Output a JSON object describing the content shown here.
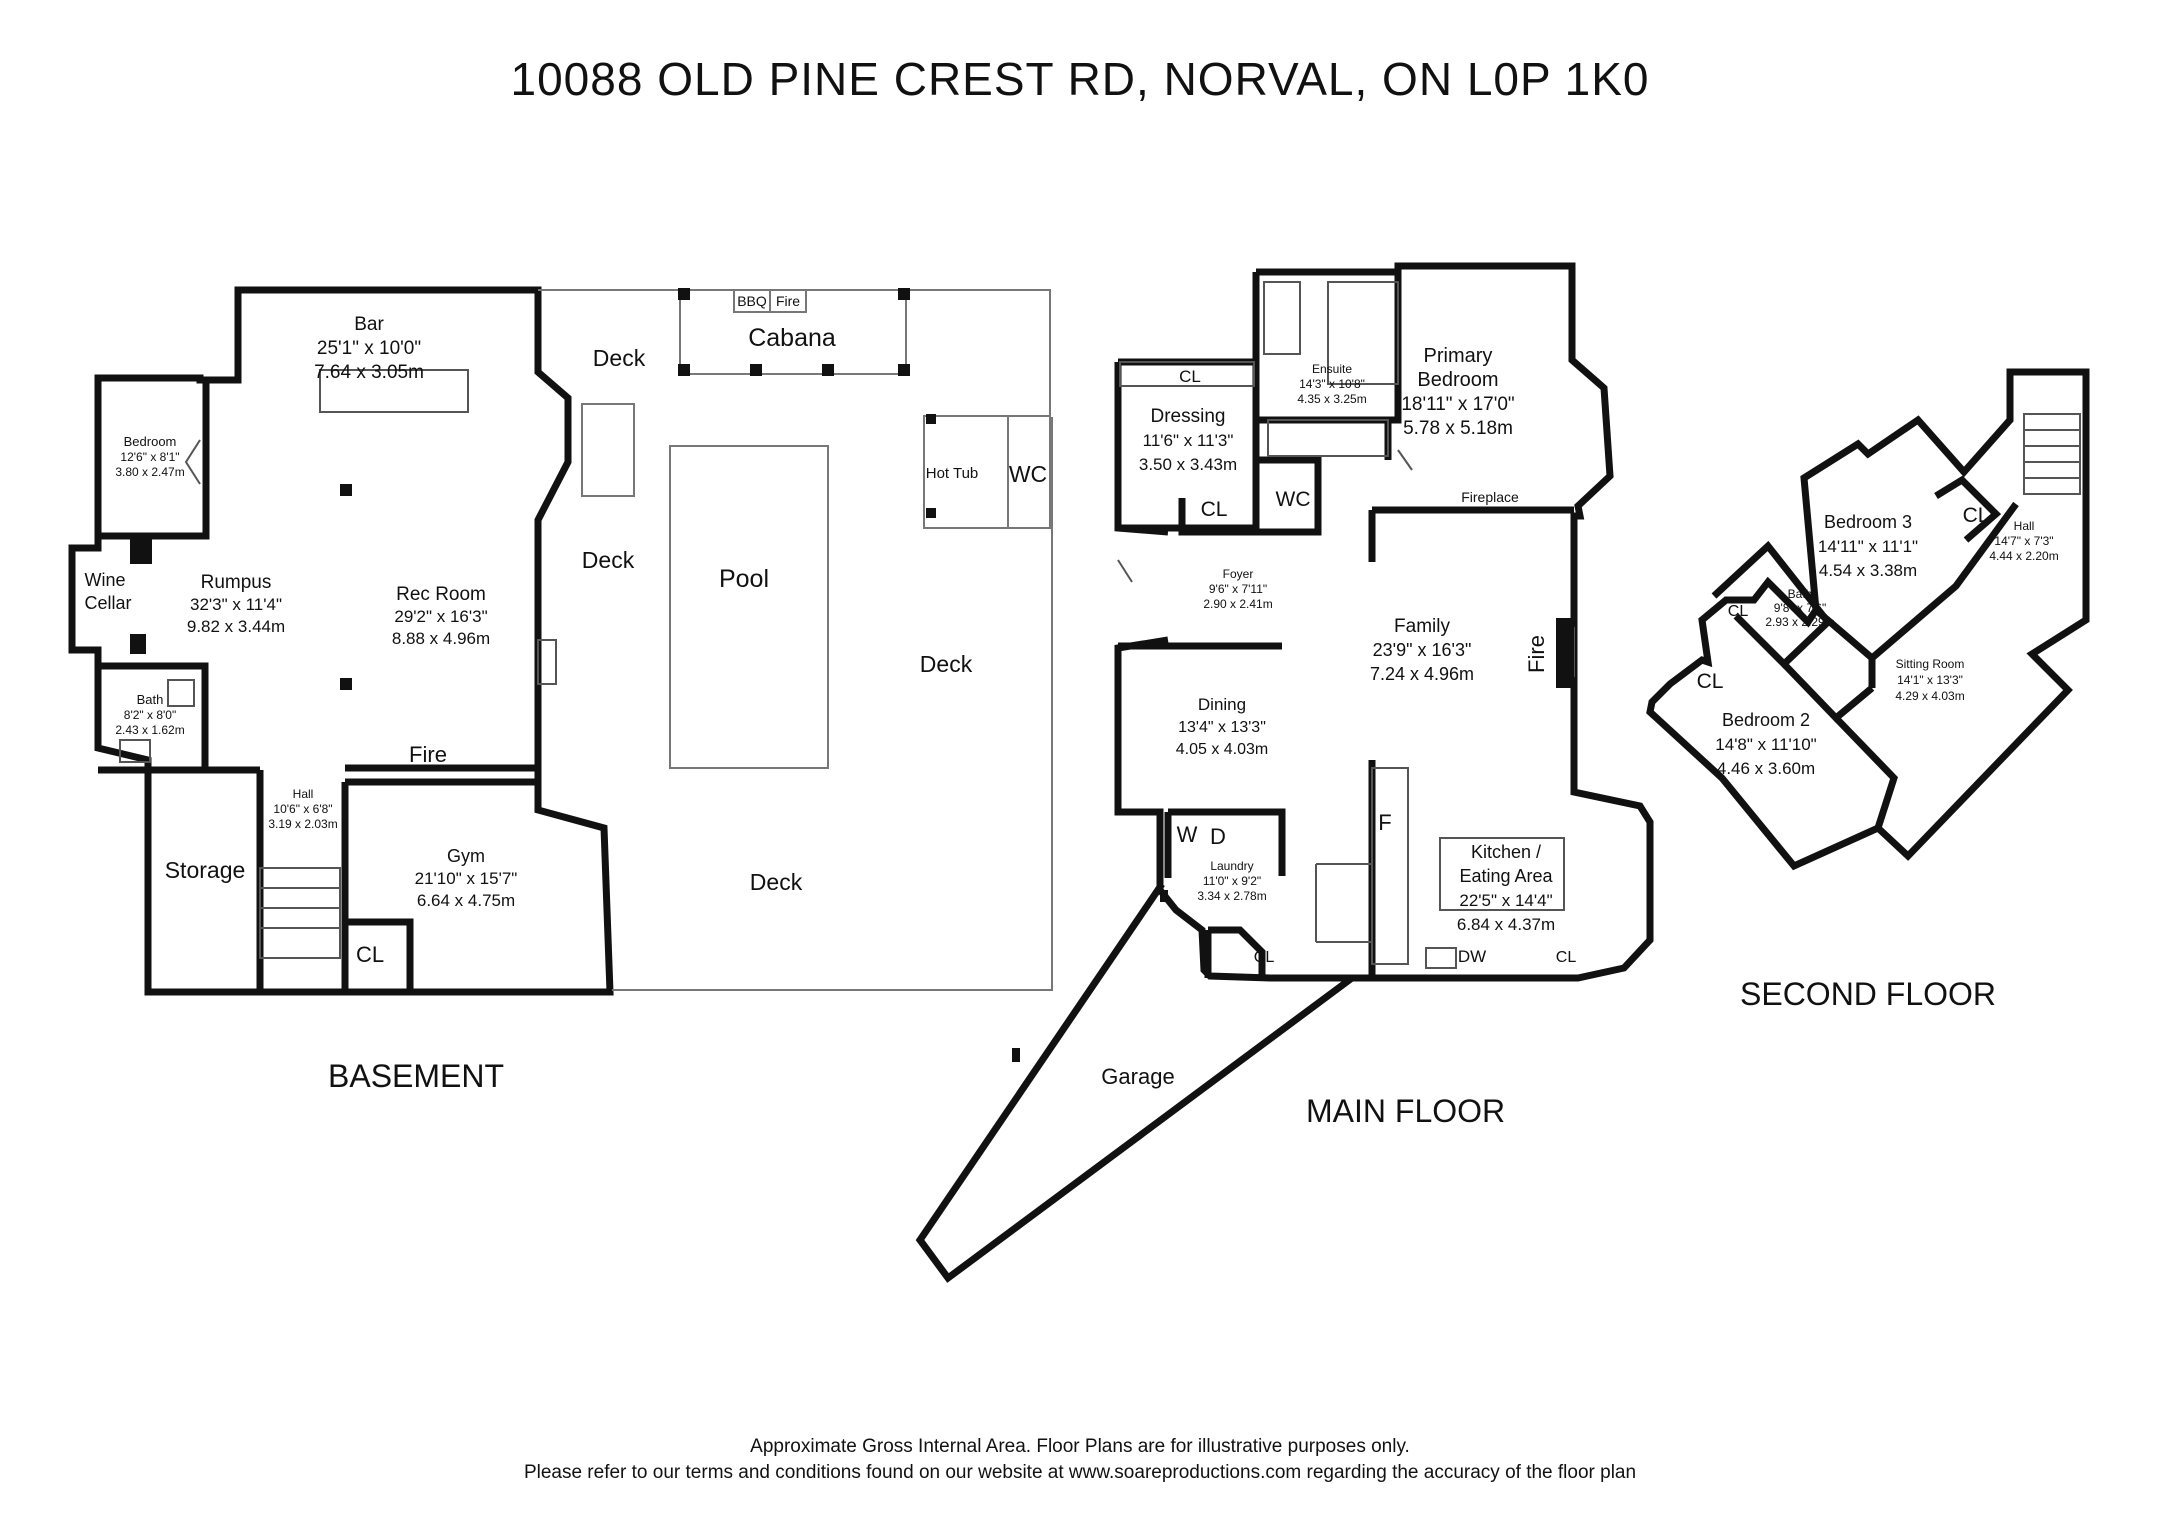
{
  "title": "10088 OLD PINE CREST RD, NORVAL, ON L0P 1K0",
  "floors": {
    "basement": "BASEMENT",
    "main": "MAIN FLOOR",
    "second": "SECOND FLOOR"
  },
  "footer": {
    "line1": "Approximate Gross Internal Area. Floor Plans are for illustrative purposes only.",
    "line2": "Please refer to our terms and conditions found on our website at www.soareproductions.com regarding the accuracy of the floor plan"
  },
  "basement": {
    "bar": {
      "name": "Bar",
      "imperial": "25'1\" x 10'0\"",
      "metric": "7.64 x 3.05m"
    },
    "bedroom": {
      "name": "Bedroom",
      "imperial": "12'6\" x 8'1\"",
      "metric": "3.80 x 2.47m"
    },
    "wine": {
      "line1": "Wine",
      "line2": "Cellar"
    },
    "rumpus": {
      "name": "Rumpus",
      "imperial": "32'3\" x 11'4\"",
      "metric": "9.82 x 3.44m"
    },
    "rec": {
      "name": "Rec Room",
      "imperial": "29'2\" x 16'3\"",
      "metric": "8.88 x 4.96m"
    },
    "bath": {
      "name": "Bath",
      "imperial": "8'2\" x 8'0\"",
      "metric": "2.43 x 1.62m"
    },
    "fire": "Fire",
    "hall": {
      "name": "Hall",
      "imperial": "10'6\" x 6'8\"",
      "metric": "3.19 x 2.03m"
    },
    "storage": "Storage",
    "gym": {
      "name": "Gym",
      "imperial": "21'10\" x 15'7\"",
      "metric": "6.64 x 4.75m"
    },
    "cl": "CL"
  },
  "outdoor": {
    "deck": "Deck",
    "bbq": "BBQ",
    "fire": "Fire",
    "cabana": "Cabana",
    "pool": "Pool",
    "hottub": "Hot Tub",
    "wc": "WC"
  },
  "main": {
    "ensuite": {
      "name": "Ensuite",
      "imperial": "14'3\" x 10'8\"",
      "metric": "4.35 x 3.25m"
    },
    "primary": {
      "line1": "Primary",
      "line2": "Bedroom",
      "imperial": "18'11\" x 17'0\"",
      "metric": "5.78 x 5.18m"
    },
    "cl": "CL",
    "dressing": {
      "name": "Dressing",
      "imperial": "11'6\" x 11'3\"",
      "metric": "3.50 x 3.43m"
    },
    "wc": "WC",
    "fireplace": "Fireplace",
    "foyer": {
      "name": "Foyer",
      "imperial": "9'6\" x 7'11\"",
      "metric": "2.90 x 2.41m"
    },
    "family": {
      "name": "Family",
      "imperial": "23'9\" x 16'3\"",
      "metric": "7.24 x 4.96m"
    },
    "fire": "Fire",
    "dining": {
      "name": "Dining",
      "imperial": "13'4\" x 13'3\"",
      "metric": "4.05 x 4.03m"
    },
    "w": "W",
    "d": "D",
    "f": "F",
    "laundry": {
      "name": "Laundry",
      "imperial": "11'0\" x 9'2\"",
      "metric": "3.34 x 2.78m"
    },
    "kitchen": {
      "line1": "Kitchen /",
      "line2": "Eating Area",
      "imperial": "22'5\" x 14'4\"",
      "metric": "6.84 x 4.37m"
    },
    "dw": "DW",
    "garage": "Garage"
  },
  "second": {
    "bedroom3": {
      "name": "Bedroom 3",
      "imperial": "14'11\" x 11'1\"",
      "metric": "4.54 x 3.38m"
    },
    "hall": {
      "name": "Hall",
      "imperial": "14'7\" x 7'3\"",
      "metric": "4.44 x 2.20m"
    },
    "bath": {
      "name": "Bath",
      "imperial": "9'8\" x 7'6\"",
      "metric": "2.93 x 2.29m"
    },
    "sitting": {
      "name": "Sitting Room",
      "imperial": "14'1\" x 13'3\"",
      "metric": "4.29 x 4.03m"
    },
    "bedroom2": {
      "name": "Bedroom 2",
      "imperial": "14'8\" x 11'10\"",
      "metric": "4.46 x 3.60m"
    },
    "cl": "CL"
  }
}
